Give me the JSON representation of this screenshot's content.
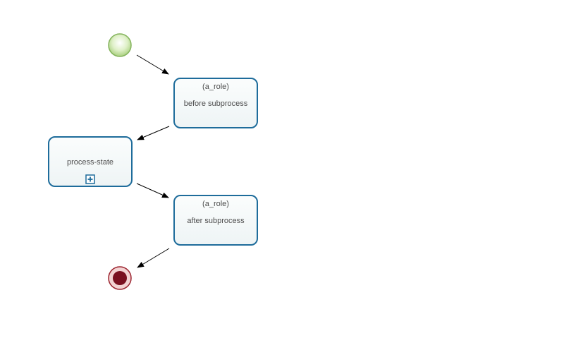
{
  "diagram": {
    "start_event": {},
    "tasks": [
      {
        "role": "(a_role)",
        "label": "before subprocess"
      },
      {
        "label": "process-state",
        "marker": "expand-subprocess-icon"
      },
      {
        "role": "(a_role)",
        "label": "after subprocess"
      }
    ],
    "end_event": {},
    "colors": {
      "task_border": "#1e6c9b",
      "task_fill": "#f5f9f9",
      "start_fill": "#c8e5a8",
      "start_border": "#84b35c",
      "end_fill": "#f0c8c8",
      "end_inner": "#7a1020",
      "end_border": "#9c2530",
      "arrow": "#000000"
    }
  }
}
